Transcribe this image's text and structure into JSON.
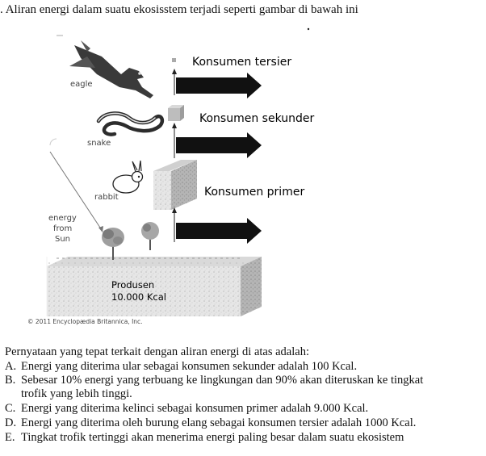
{
  "question": {
    "number_prefix": ".",
    "text": "Aliran energi dalam suatu ekosisstem terjadi seperti gambar di bawah ini"
  },
  "figure": {
    "labels": {
      "eagle": "eagle",
      "snake": "snake",
      "rabbit": "rabbit",
      "energy_line1": "energy",
      "energy_line2": "from",
      "energy_line3": "Sun"
    },
    "levels": {
      "tersier": "Konsumen tersier",
      "sekunder": "Konsumen sekunder",
      "primer": "Konsumen primer",
      "produsen_line1": "Produsen",
      "produsen_line2": "10.000 Kcal"
    },
    "copyright": "© 2011 Encyclopædia Britannica, Inc."
  },
  "statement": "Pernyataan yang tepat terkait dengan aliran energi di atas adalah:",
  "options": [
    {
      "letter": "A.",
      "text": "Energi yang diterima ular sebagai konsumen sekunder adalah 100 Kcal."
    },
    {
      "letter": "B.",
      "text": "Sebesar 10% energi yang terbuang ke lingkungan dan 90% akan diteruskan ke tingkat",
      "text2": "trofik yang lebih tinggi."
    },
    {
      "letter": "C.",
      "text": "Energi yang diterima kelinci sebagai konsumen primer adalah 9.000 Kcal."
    },
    {
      "letter": "D.",
      "text": "Energi yang diterima oleh burung elang sebagai konsumen tersier adalah 1000 Kcal."
    },
    {
      "letter": "E.",
      "text": "Tingkat trofik tertinggi akan menerima energi paling besar dalam suatu ekosistem"
    }
  ]
}
